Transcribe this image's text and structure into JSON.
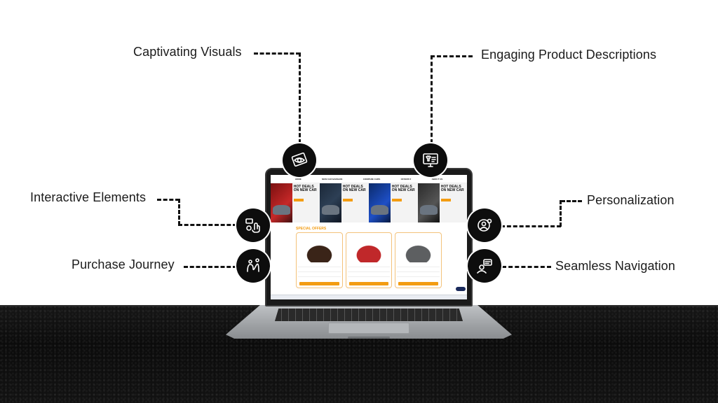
{
  "features": [
    {
      "key": "visuals",
      "label": "Captivating Visuals",
      "icon": "eye-icon"
    },
    {
      "key": "descriptions",
      "label": "Engaging Product Descriptions",
      "icon": "monitor-shirt-icon"
    },
    {
      "key": "interactive",
      "label": "Interactive Elements",
      "icon": "touch-icon"
    },
    {
      "key": "personalization",
      "label": "Personalization",
      "icon": "user-settings-icon"
    },
    {
      "key": "journey",
      "label": "Purchase Journey",
      "icon": "path-icon"
    },
    {
      "key": "navigation",
      "label": "Seamless Navigation",
      "icon": "guide-icon"
    }
  ],
  "site": {
    "nav": [
      "HOME",
      "NEW CAR BARGAIN",
      "COMPARE CARS",
      "OFFERS ▾",
      "ABOUT US"
    ],
    "hero_title": "HOT DEALS ON NEW CAR",
    "offers_title": "SPECIAL OFFERS",
    "offer_button": "Get Discount"
  },
  "colors": {
    "icon_bg": "#0d0d0d",
    "accent": "#f39c12",
    "table": "#111111"
  }
}
